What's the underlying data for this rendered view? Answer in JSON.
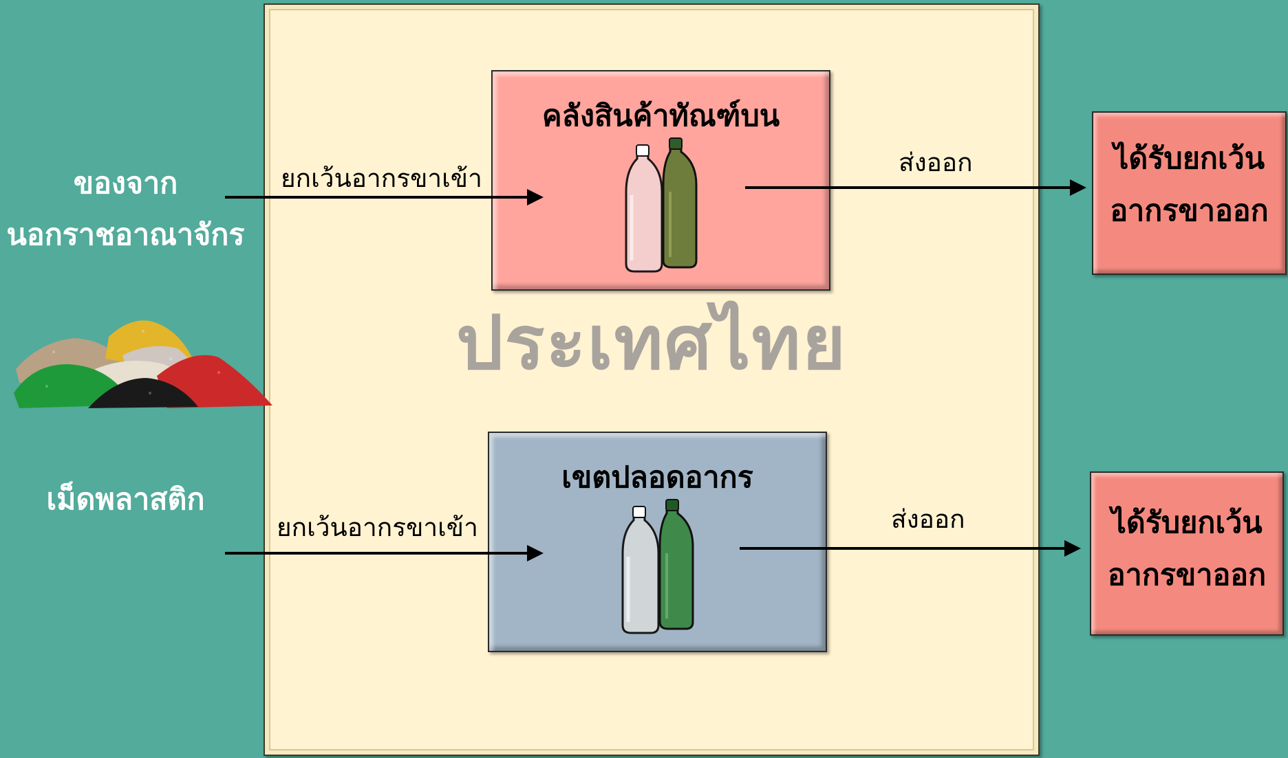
{
  "country": {
    "label": "ประเทศไทย"
  },
  "source": {
    "line1": "ของจาก",
    "line2": "นอกราชอาณาจักร",
    "material_label": "เม็ดพลาสติก",
    "material_icon": "plastic-pellet-piles-icon"
  },
  "bonded_warehouse": {
    "title": "คลังสินค้าทัณฑ์บน",
    "inbound_label": "ยกเว้นอากรขาเข้า",
    "outbound_label": "ส่งออก",
    "icon": "plastic-bottles-icon",
    "color": "#ffa59d"
  },
  "free_zone": {
    "title": "เขตปลอดอากร",
    "inbound_label": "ยกเว้นอากรขาเข้า",
    "outbound_label": "ส่งออก",
    "icon": "plastic-bottles-icon",
    "color": "#a2b5c6"
  },
  "result_top": {
    "line1": "ได้รับยกเว้น",
    "line2": "อากรขาออก"
  },
  "result_bottom": {
    "line1": "ได้รับยกเว้น",
    "line2": "อากรขาออก"
  },
  "colors": {
    "background": "#52ab9b",
    "country_panel": "#fff3d2",
    "result_box": "#f48a7f"
  }
}
